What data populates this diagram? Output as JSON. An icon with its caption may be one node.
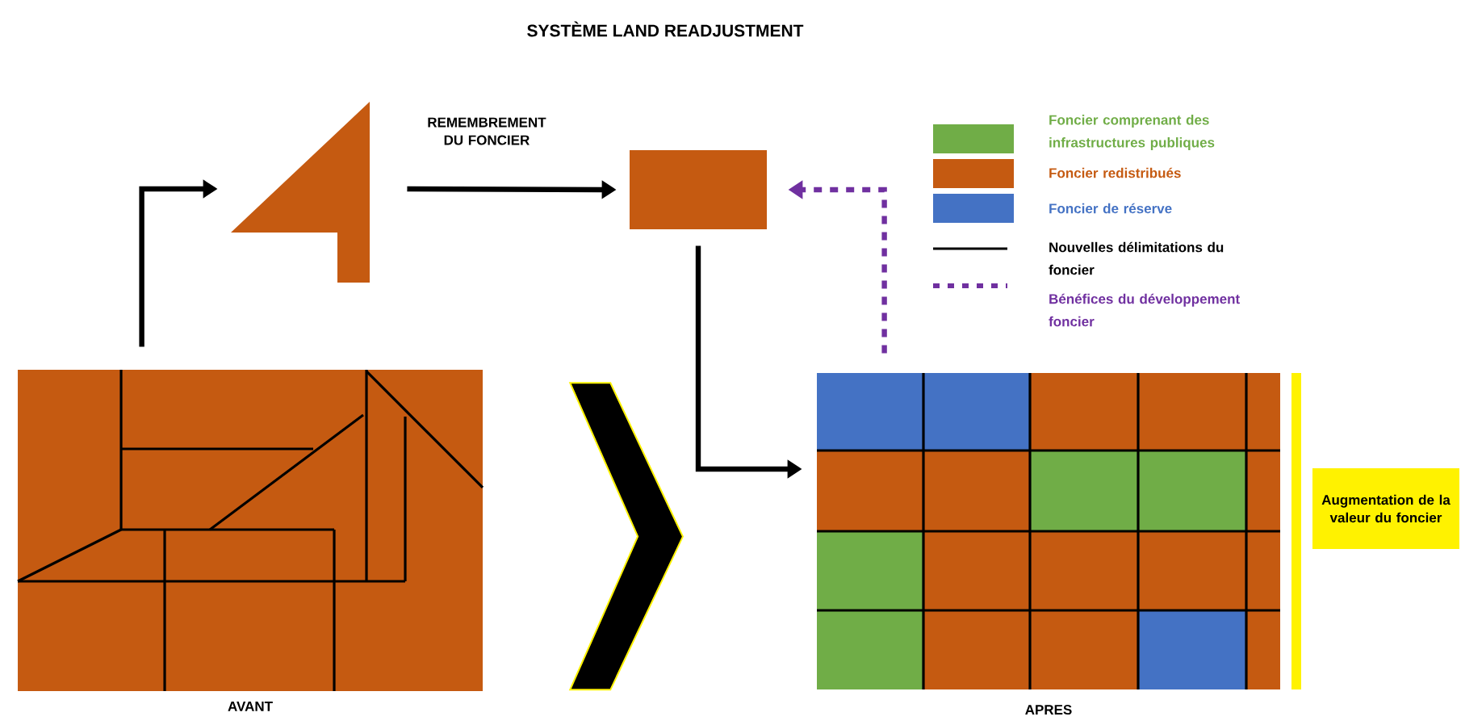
{
  "diagram": {
    "title": "SYSTÈME LAND READJUSTMENT",
    "nodes": [
      {
        "text": [
          "AVANT"
        ]
      },
      {
        "text": [],
        "shape": "triangle"
      },
      {
        "text": [],
        "shape": "box"
      },
      {
        "text": [
          "APRES"
        ]
      },
      {
        "text": [
          "Augmentation de la valeur du foncier"
        ]
      }
    ],
    "edges": [
      {
        "from": 0,
        "to": 1,
        "arrow": "to"
      },
      {
        "from": 1,
        "to": 2,
        "arrow": "to",
        "label": "REMEMBREMENT DU FONCIER"
      },
      {
        "from": 2,
        "to": 3,
        "arrow": "to"
      },
      {
        "from": 3,
        "to": 2,
        "arrow": "to",
        "style": "dashed",
        "color": "#7030a0"
      },
      {
        "from": 0,
        "to": 3,
        "arrow": "to"
      }
    ],
    "legend": [
      {
        "text": "Foncier comprenant des infrastructures publiques",
        "color": "#70ad47"
      },
      {
        "text": "Foncier redistribués",
        "color": "#c55a11"
      },
      {
        "text": "Foncier de réserve",
        "color": "#4472c4"
      },
      {
        "text": "Nouvelles délimitations du foncier"
      },
      {
        "text": "Bénéfices du développement foncier"
      }
    ]
  }
}
